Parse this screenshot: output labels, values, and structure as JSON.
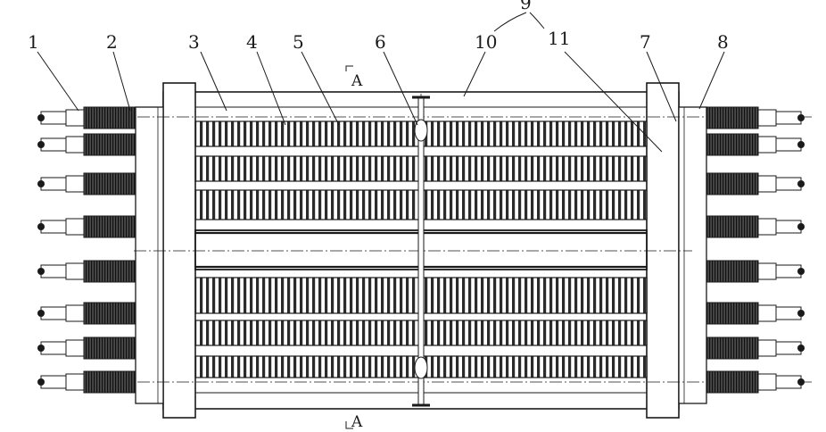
{
  "callouts": [
    {
      "id": "c1",
      "text": "1"
    },
    {
      "id": "c2",
      "text": "2"
    },
    {
      "id": "c3",
      "text": "3"
    },
    {
      "id": "c4",
      "text": "4"
    },
    {
      "id": "c5",
      "text": "5"
    },
    {
      "id": "c6",
      "text": "6"
    },
    {
      "id": "c9",
      "text": "9"
    },
    {
      "id": "c10",
      "text": "10"
    },
    {
      "id": "c11",
      "text": "11"
    },
    {
      "id": "c7",
      "text": "7"
    },
    {
      "id": "c8",
      "text": "8"
    }
  ],
  "section_marks": {
    "top": "A",
    "bottom": "A"
  },
  "colors": {
    "line": "#1a1a1a",
    "fill_dark": "#3c3c3c",
    "background": "#ffffff"
  }
}
